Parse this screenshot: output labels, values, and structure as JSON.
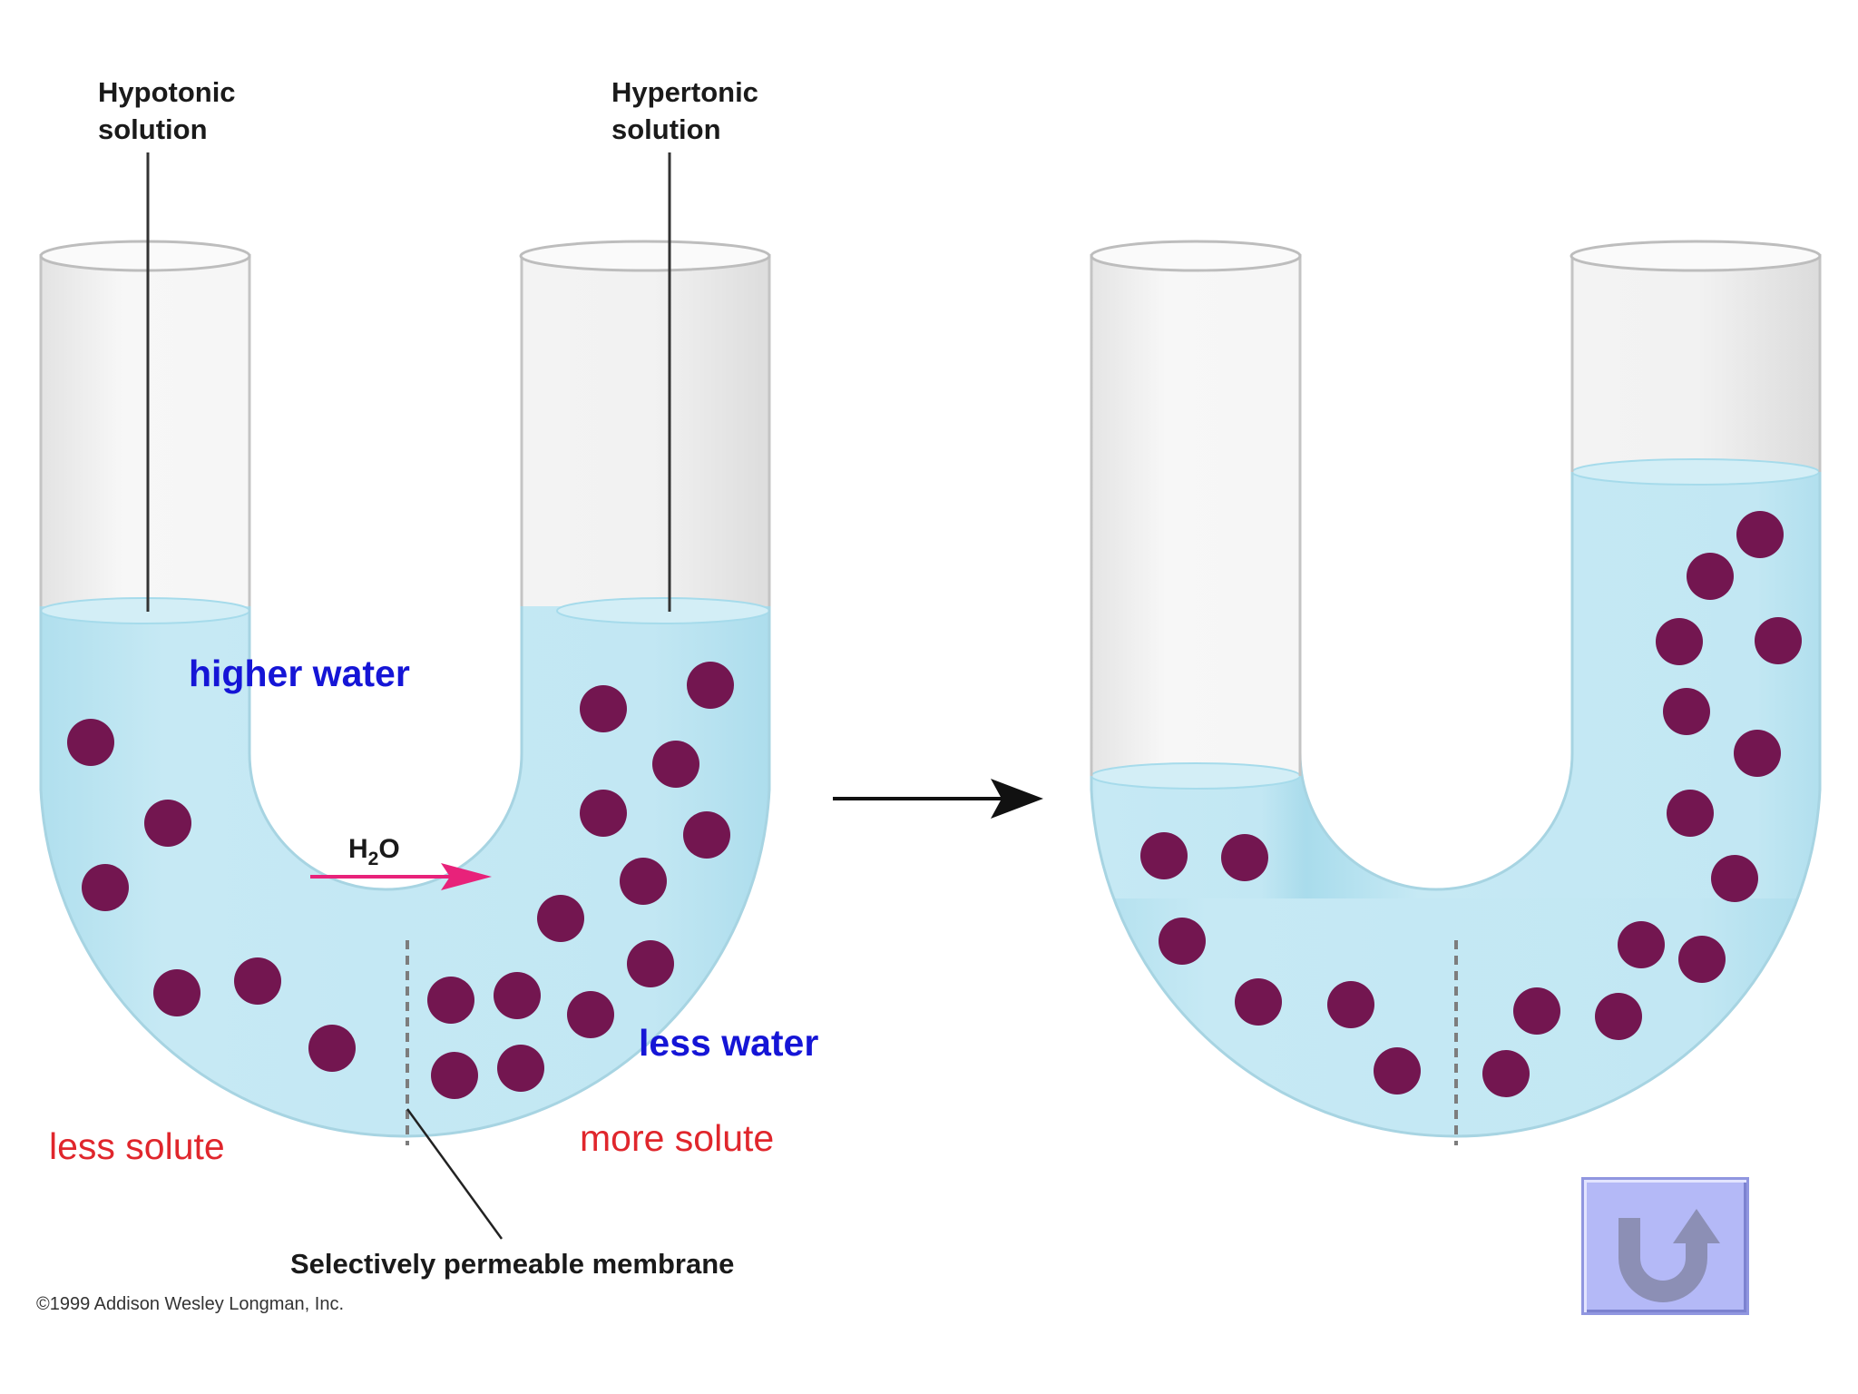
{
  "labels": {
    "hypotonic_line1": "Hypotonic",
    "hypotonic_line2": "solution",
    "hypertonic_line1": "Hypertonic",
    "hypertonic_line2": "solution",
    "higher_water": "higher water",
    "less_water": "less water",
    "less_solute": "less solute",
    "more_solute": "more solute",
    "h2o_main": "H",
    "h2o_sub": "2",
    "h2o_end": "O",
    "membrane": "Selectively permeable membrane",
    "copyright": "©1999 Addison Wesley Longman, Inc."
  },
  "colors": {
    "water": "#bfe6f2",
    "water_edge": "#8fd0e4",
    "glass": "#f4f4f4",
    "solute": "#731650",
    "flow_arrow": "#e8227a",
    "blue_text": "#1515d6",
    "red_text": "#e0262c",
    "button_face": "#b4b9f7",
    "button_icon": "#8c8fb5"
  },
  "return_button": {
    "icon": "return-arrow-icon"
  }
}
